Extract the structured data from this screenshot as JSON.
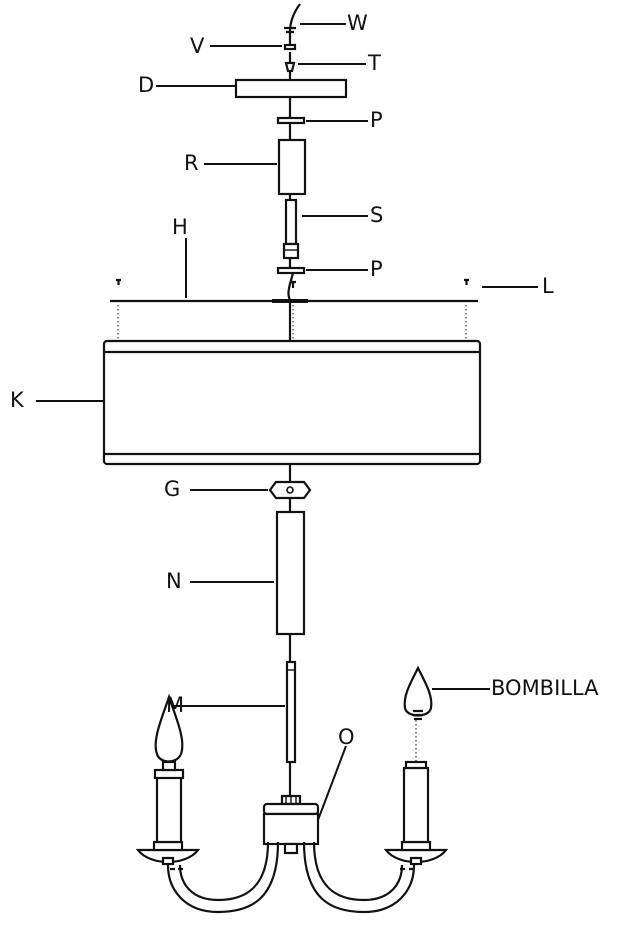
{
  "labels": {
    "W": "W",
    "V": "V",
    "T": "T",
    "D": "D",
    "P_upper": "P",
    "R": "R",
    "S": "S",
    "H": "H",
    "P_lower": "P",
    "L": "L",
    "K": "K",
    "G": "G",
    "N": "N",
    "M": "M",
    "O": "O",
    "bulb": "BOMBILLA"
  }
}
